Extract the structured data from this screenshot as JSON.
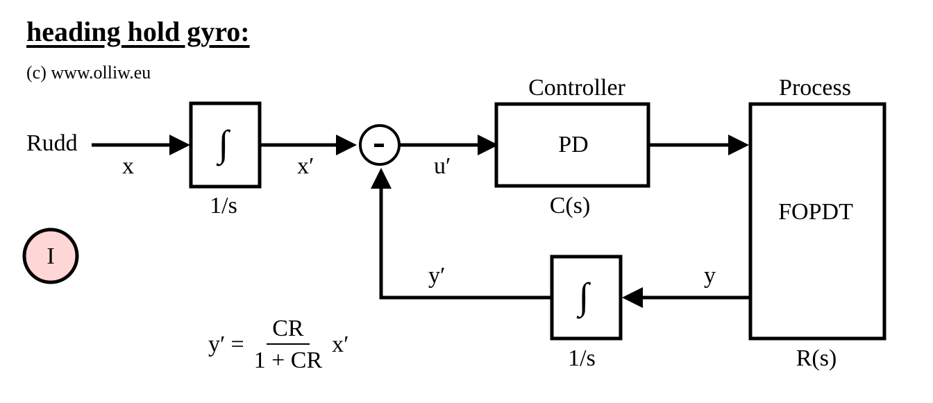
{
  "header": {
    "title": "heading hold gyro:",
    "copyright": "(c) www.olliw.eu"
  },
  "badge": {
    "label": "I",
    "fill_color": "#ffd6d6"
  },
  "blocks": {
    "input_integrator": {
      "symbol": "∫",
      "transfer": "1/s"
    },
    "summing_junction": {
      "sign": "-"
    },
    "controller": {
      "title": "Controller",
      "content": "PD",
      "transfer": "C(s)"
    },
    "process": {
      "title": "Process",
      "content": "FOPDT",
      "transfer": "R(s)"
    },
    "feedback_integrator": {
      "symbol": "∫",
      "transfer": "1/s"
    }
  },
  "signals": {
    "input_name": "Rudd",
    "x": "x",
    "x_prime": "x′",
    "u_prime": "u′",
    "y": "y",
    "y_prime": "y′"
  },
  "equation": {
    "lhs": "y′",
    "equals": "=",
    "numerator": "CR",
    "denominator": "1 + CR",
    "rhs": "x′"
  }
}
